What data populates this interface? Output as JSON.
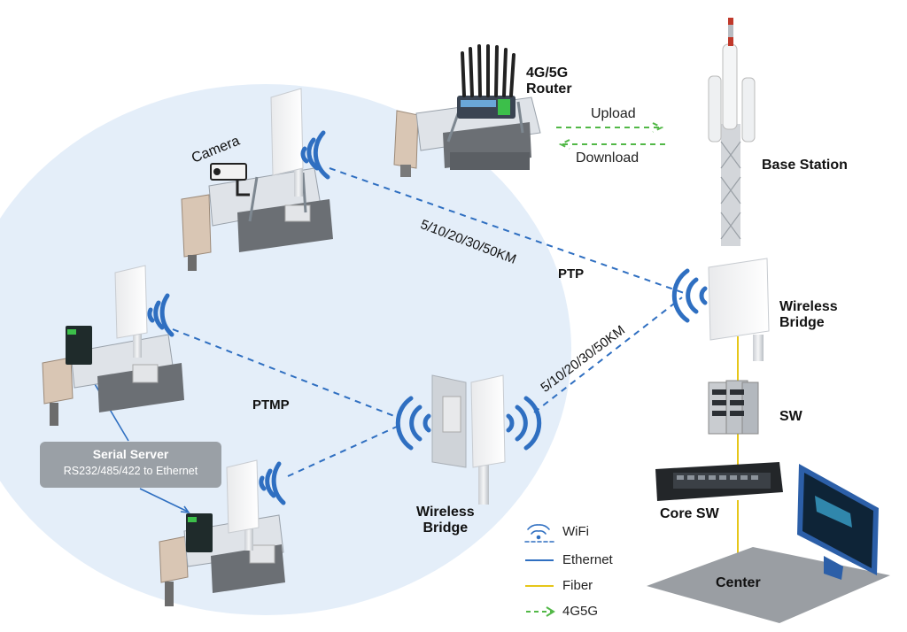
{
  "labels": {
    "router": "4G/5G\nRouter",
    "base_station": "Base Station",
    "camera": "Camera",
    "upload": "Upload",
    "download": "Download",
    "ptp_distance": "5/10/20/30/50KM",
    "ptp": "PTP",
    "ptmp": "PTMP",
    "bridge_distance": "5/10/20/30/50KM",
    "wireless_bridge_right": "Wireless\nBridge",
    "wireless_bridge_center": "Wireless\nBridge",
    "sw": "SW",
    "core_sw": "Core SW",
    "center": "Center"
  },
  "serial_server": {
    "title": "Serial Server",
    "subtitle": "RS232/485/422 to Ethernet"
  },
  "legend": [
    {
      "icon": "wifi-icon",
      "label": "WiFi"
    },
    {
      "icon": "ethernet-line",
      "label": "Ethernet"
    },
    {
      "icon": "fiber-line",
      "label": "Fiber"
    },
    {
      "icon": "4g5g-arrow",
      "label": "4G5G"
    }
  ],
  "colors": {
    "wifi": "#2f6fc1",
    "ethernet": "#2f6fc1",
    "fiber": "#e6c619",
    "cellular": "#52b847",
    "zone": "#e4eef9"
  }
}
